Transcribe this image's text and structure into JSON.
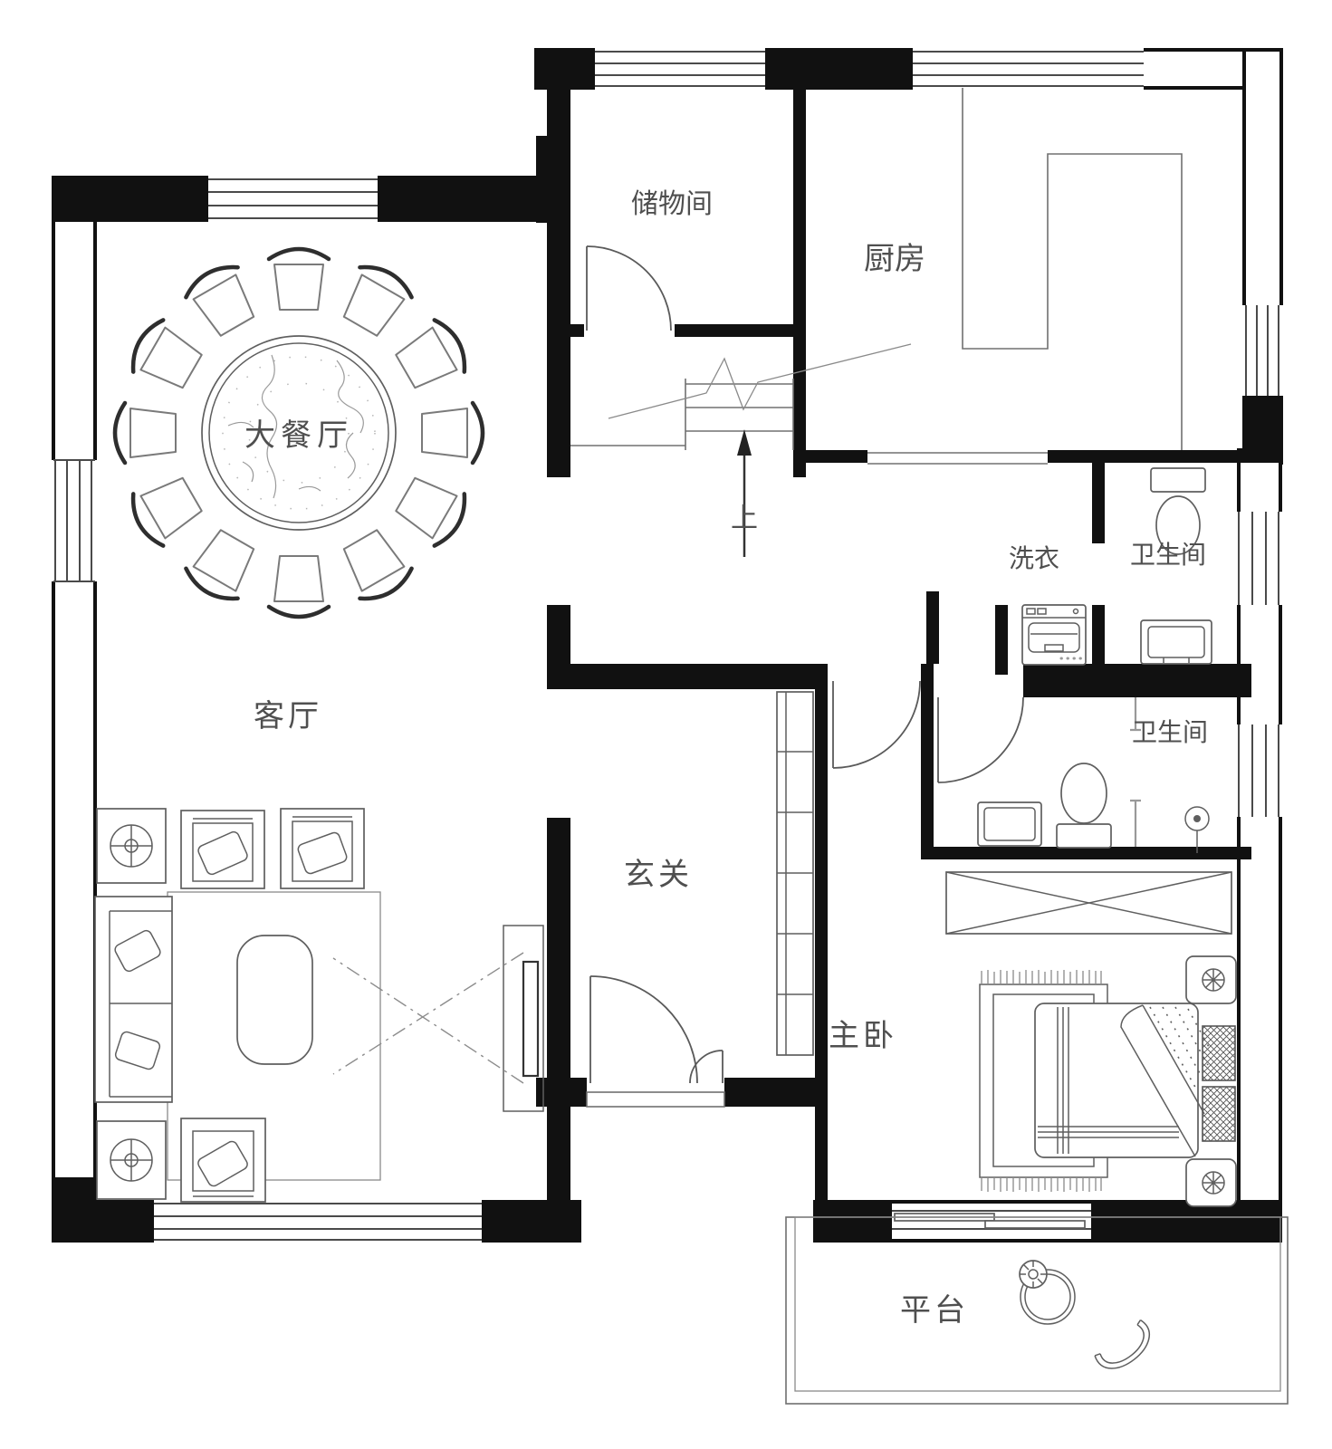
{
  "title": "residential-floor-plan",
  "rooms": {
    "dining": {
      "label": "大餐厅"
    },
    "living": {
      "label": "客厅"
    },
    "storage": {
      "label": "储物间"
    },
    "kitchen": {
      "label": "厨房"
    },
    "laundry": {
      "label": "洗衣"
    },
    "bath_upper": {
      "label": "卫生间"
    },
    "bath_lower": {
      "label": "卫生间"
    },
    "foyer": {
      "label": "玄关"
    },
    "master_bedroom": {
      "label": "主卧"
    },
    "terrace": {
      "label": "平台"
    },
    "stairs": {
      "label": "上"
    }
  },
  "colors": {
    "wall": "#111111",
    "furniture_line": "#5f5f5f",
    "window_line": "#4a4a4a",
    "label_text": "#4f4f4f",
    "background": "#ffffff"
  }
}
